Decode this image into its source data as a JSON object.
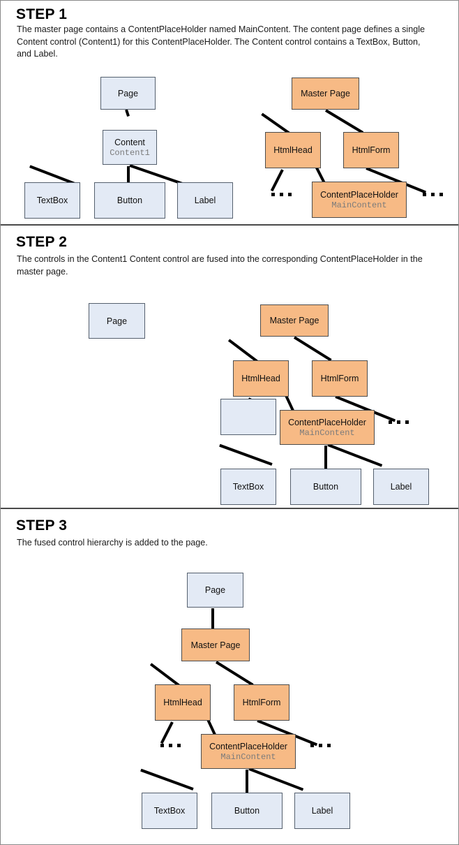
{
  "diagram": {
    "type": "flowchart",
    "title": "ASP.NET Master Page and Content Page merge process",
    "colors": {
      "control_blue": "#e3eaf5",
      "master_orange": "#f7ba85",
      "edge": "#000000",
      "border": "#555555",
      "subtitle_gray": "#7b7b7b"
    }
  },
  "steps": [
    {
      "title": "STEP 1",
      "description": "The master page contains a ContentPlaceHolder named MainContent. The content page defines a single Content control (Content1) for this ContentPlaceHolder. The Content control contains a TextBox, Button, and Label.",
      "nodes": {
        "page": "Page",
        "content": "Content",
        "content_sub": "Content1",
        "textbox": "TextBox",
        "button": "Button",
        "label": "Label",
        "master_page": "Master Page",
        "html_head": "HtmlHead",
        "html_form": "HtmlForm",
        "placeholder": "ContentPlaceHolder",
        "placeholder_sub": "MainContent",
        "ellipsis_left": "...",
        "ellipsis_right": "..."
      }
    },
    {
      "title": "STEP 2",
      "description": "The controls in the Content1 Content control are fused into the corresponding ContentPlaceHolder in the master page.",
      "nodes": {
        "page": "Page",
        "master_page": "Master Page",
        "html_head": "HtmlHead",
        "html_form": "HtmlForm",
        "placeholder": "ContentPlaceHolder",
        "placeholder_sub": "MainContent",
        "textbox": "TextBox",
        "button": "Button",
        "label": "Label",
        "ellipsis_left": "...",
        "ellipsis_right": "..."
      }
    },
    {
      "title": "STEP 3",
      "description": "The fused control hierarchy is added to the page.",
      "nodes": {
        "page": "Page",
        "master_page": "Master Page",
        "html_head": "HtmlHead",
        "html_form": "HtmlForm",
        "placeholder": "ContentPlaceHolder",
        "placeholder_sub": "MainContent",
        "textbox": "TextBox",
        "button": "Button",
        "label": "Label",
        "ellipsis_left": "...",
        "ellipsis_right": "..."
      }
    }
  ]
}
